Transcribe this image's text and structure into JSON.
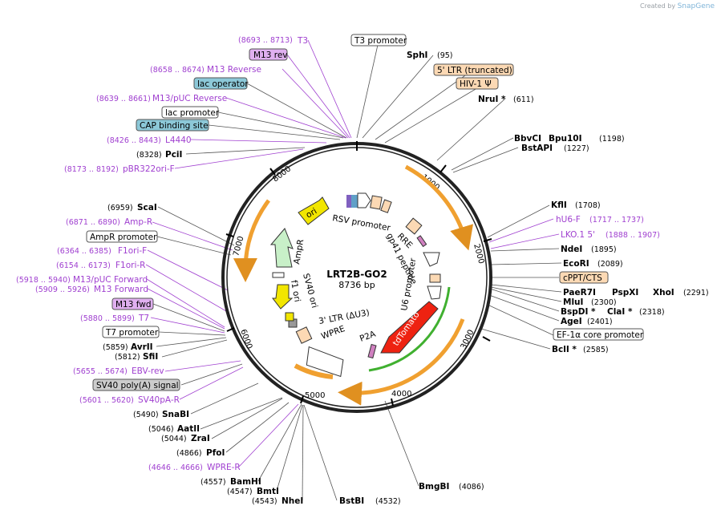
{
  "brand": {
    "prefix": "Created by",
    "name": "SnapGene"
  },
  "plasmid": {
    "name": "LRT2B-GO2",
    "size": "8736 bp"
  },
  "ticks": [
    "1000",
    "2000",
    "3000",
    "4000",
    "5000",
    "6000",
    "7000",
    "8000"
  ],
  "inner_labels": {
    "rsv": "RSV promoter",
    "rre": "RRE",
    "gp41": "gp41 peptide",
    "u6": "U6 promoter",
    "tdtomato": "tdTomato",
    "p2a": "P2A",
    "wpre": "WPRE",
    "ltr3": "3' LTR (ΔU3)",
    "sv40ori": "SV40 ori",
    "f1ori": "f1 ori",
    "ampr": "AmpR",
    "ori": "ori"
  },
  "top_labels": {
    "t3": "T3",
    "t3_pos": "(8693 .. 8713)",
    "m13rev": "M13 rev",
    "m13reverse": "M13 Reverse",
    "m13reverse_pos": "(8658 .. 8674)",
    "lacop": "lac operator",
    "m13puc": "M13/pUC Reverse",
    "m13puc_pos": "(8639 .. 8661)",
    "lacprom": "lac promoter",
    "cap": "CAP binding site",
    "l4440": "L4440",
    "l4440_pos": "(8426 .. 8443)",
    "pcii": "PciI",
    "pcii_pos": "(8328)",
    "pbr": "pBR322ori-F",
    "pbr_pos": "(8173 .. 8192)",
    "t3prom": "T3 promoter",
    "sphi": "SphI",
    "sphi_pos": "(95)",
    "ltr5": "5' LTR (truncated)",
    "hiv": "HIV-1 Ψ",
    "nrui": "NruI *",
    "nrui_pos": "(611)"
  },
  "right_labels": {
    "bbvci": "BbvCI",
    "bpu10i": "Bpu10I",
    "bbv_pos": "(1198)",
    "bstapi": "BstAPI",
    "bstapi_pos": "(1227)",
    "kfli": "KflI",
    "kfli_pos": "(1708)",
    "hu6f": "hU6-F",
    "hu6f_pos": "(1717 .. 1737)",
    "lko": "LKO.1 5'",
    "lko_pos": "(1888 .. 1907)",
    "ndei": "NdeI",
    "ndei_pos": "(1895)",
    "ecori": "EcoRI",
    "ecori_pos": "(2089)",
    "cppt": "cPPT/CTS",
    "paer7i": "PaeR7I",
    "pspxi": "PspXI",
    "xhoi": "XhoI",
    "xhoi_pos": "(2291)",
    "mlui": "MluI",
    "mlui_pos": "(2300)",
    "bspdi": "BspDI *",
    "clai": "ClaI *",
    "clai_pos": "(2318)",
    "agei": "AgeI",
    "agei_pos": "(2401)",
    "ef1a": "EF-1α core promoter",
    "bcli": "BclI *",
    "bcli_pos": "(2585)"
  },
  "left_labels": {
    "scai": "ScaI",
    "scai_pos": "(6959)",
    "ampr": "Amp-R",
    "ampr_pos": "(6871 .. 6890)",
    "amprprom": "AmpR promoter",
    "f1f": "F1ori-F",
    "f1f_pos": "(6364 .. 6385)",
    "f1r": "F1ori-R",
    "f1r_pos": "(6154 .. 6173)",
    "m13fwdpuc": "M13/pUC Forward",
    "m13fwdpuc_pos": "(5918 .. 5940)",
    "m13forward": "M13 Forward",
    "m13forward_pos": "(5909 .. 5926)",
    "m13fwd": "M13 fwd",
    "t7": "T7",
    "t7_pos": "(5880 .. 5899)",
    "t7prom": "T7 promoter",
    "avrii": "AvrII",
    "avrii_pos": "(5859)",
    "sfii": "SfiI",
    "sfii_pos": "(5812)",
    "ebv": "EBV-rev",
    "ebv_pos": "(5655 .. 5674)",
    "sv40pa": "SV40 poly(A) signal",
    "sv40par": "SV40pA-R",
    "sv40par_pos": "(5601 .. 5620)",
    "snabi": "SnaBI",
    "snabi_pos": "(5490)",
    "aatii": "AatII",
    "aatii_pos": "(5046)",
    "zrai": "ZraI",
    "zrai_pos": "(5044)",
    "pfoi": "PfoI",
    "pfoi_pos": "(4866)",
    "wprer": "WPRE-R",
    "wprer_pos": "(4646 .. 4666)",
    "bamhi": "BamHI",
    "bamhi_pos": "(4557)",
    "bmti": "BmtI",
    "bmti_pos": "(4547)",
    "nhei": "NheI",
    "nhei_pos": "(4543)",
    "bstbi": "BstBI",
    "bstbi_pos": "(4532)",
    "bmgbi": "BmgBI",
    "bmgbi_pos": "(4086)"
  },
  "colors": {
    "primer": "#a040d0",
    "orange": "#f0a030",
    "green": "#40b030",
    "red": "#ee2211",
    "yellow": "#f2e600",
    "ampr": "#c8f0c8",
    "peach": "#fcd9b4",
    "cap": "#8cc8d8",
    "m13": "#e0b0f0"
  }
}
